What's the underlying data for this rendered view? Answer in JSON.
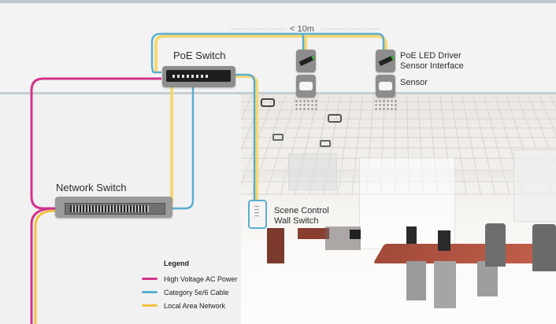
{
  "diagram": {
    "distance_label": "< 10m",
    "nodes": {
      "poe_switch": {
        "label": "PoE Switch"
      },
      "network_switch": {
        "label": "Network Switch"
      },
      "led_driver": {
        "label_line1": "PoE LED Driver",
        "label_line2": "Sensor Interface"
      },
      "sensor": {
        "label": "Sensor"
      },
      "wall_switch": {
        "label_line1": "Scene Control",
        "label_line2": "Wall Switch"
      }
    },
    "legend": {
      "title": "Legend",
      "items": [
        {
          "label": "High Voltage AC Power",
          "color": "#d1338a"
        },
        {
          "label": "Category 5e/6 Cable",
          "color": "#5aaed0"
        },
        {
          "label": "Local Area Network",
          "color": "#f2c23f"
        }
      ]
    },
    "colors": {
      "ac_power": "#d1338a",
      "cat_cable": "#5aaed0",
      "lan": "#f2c23f",
      "device_bg": "#8d8d8d"
    }
  }
}
